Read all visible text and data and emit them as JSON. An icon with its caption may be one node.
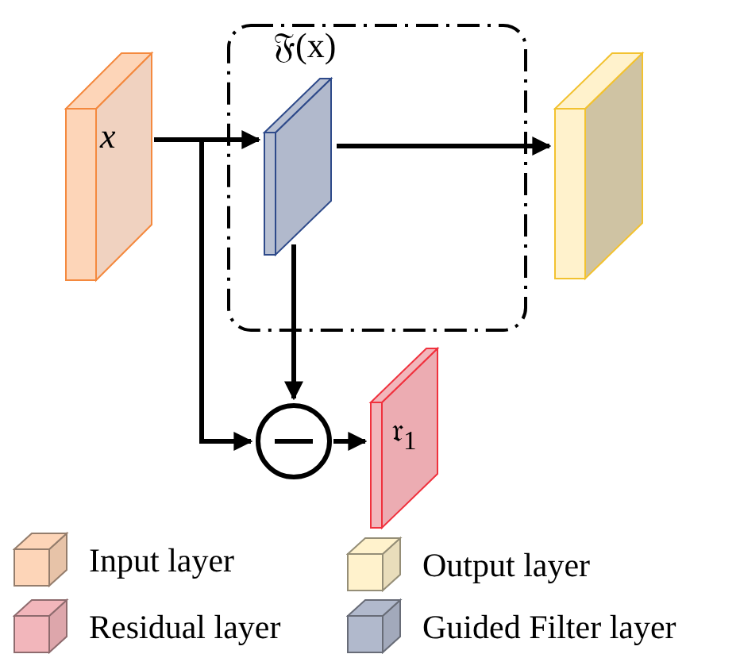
{
  "diagram": {
    "nodes": [
      {
        "text": [
          "x"
        ]
      },
      {
        "text": [],
        "shape": "box"
      },
      {
        "text": [
          "𝔉(x)"
        ],
        "in": 1
      },
      {
        "text": [],
        "shape": "cuboid"
      },
      {
        "text": [],
        "shape": "circle"
      },
      {
        "text": [
          "𝔯$_{1}$"
        ]
      }
    ],
    "edges": [
      {
        "from": 0,
        "to": 2,
        "arrow": "to"
      },
      {
        "from": 2,
        "to": 3,
        "arrow": "to"
      },
      {
        "from": 2,
        "to": 4,
        "arrow": "to"
      },
      {
        "from": 0,
        "to": 4,
        "arrow": "to"
      },
      {
        "from": 4,
        "to": 5,
        "arrow": "to"
      }
    ],
    "legend": [
      {
        "text": "Input layer",
        "color": "#fdd5b8"
      },
      {
        "text": "Output layer",
        "color": "#fff2cc"
      },
      {
        "text": "Residual layer",
        "color": "#f2b6bb"
      },
      {
        "text": "Guided Filter layer",
        "color": "#b1b9cc"
      }
    ]
  }
}
